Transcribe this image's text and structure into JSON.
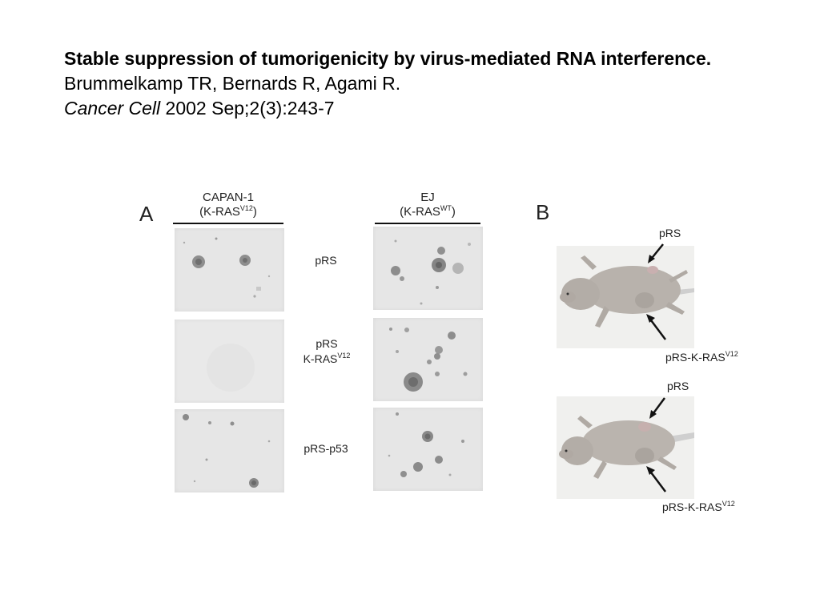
{
  "citation": {
    "title": "Stable suppression of tumorigenicity by virus-mediated RNA interference.",
    "authors": "Brummelkamp TR, Bernards R, Agami R.",
    "journal": "Cancer Cell",
    "details": "2002 Sep;2(3):243-7"
  },
  "panel_a": {
    "label": "A",
    "columns": [
      {
        "line1": "CAPAN-1",
        "line2": "(K-RAS",
        "sup": "V12",
        "close": ")"
      },
      {
        "line1": "EJ",
        "line2": "(K-RAS",
        "sup": "WT",
        "close": ")"
      }
    ],
    "rows": [
      {
        "line1": "pRS",
        "line2": "",
        "sup": ""
      },
      {
        "line1": "pRS",
        "line2": "K-RAS",
        "sup": "V12"
      },
      {
        "line1": "pRS-p53",
        "line2": "",
        "sup": ""
      }
    ]
  },
  "panel_b": {
    "label": "B",
    "photos": [
      {
        "top_label": "pRS",
        "bottom_label": "pRS-K-RAS",
        "bottom_sup": "V12"
      },
      {
        "top_label": "pRS",
        "bottom_label": "pRS-K-RAS",
        "bottom_sup": "V12"
      }
    ]
  },
  "colors": {
    "dish_background": "#e6e6e6",
    "colony": "#8a8a8a",
    "mouse_skin": "#b9b3ad",
    "arrow": "#111111"
  }
}
